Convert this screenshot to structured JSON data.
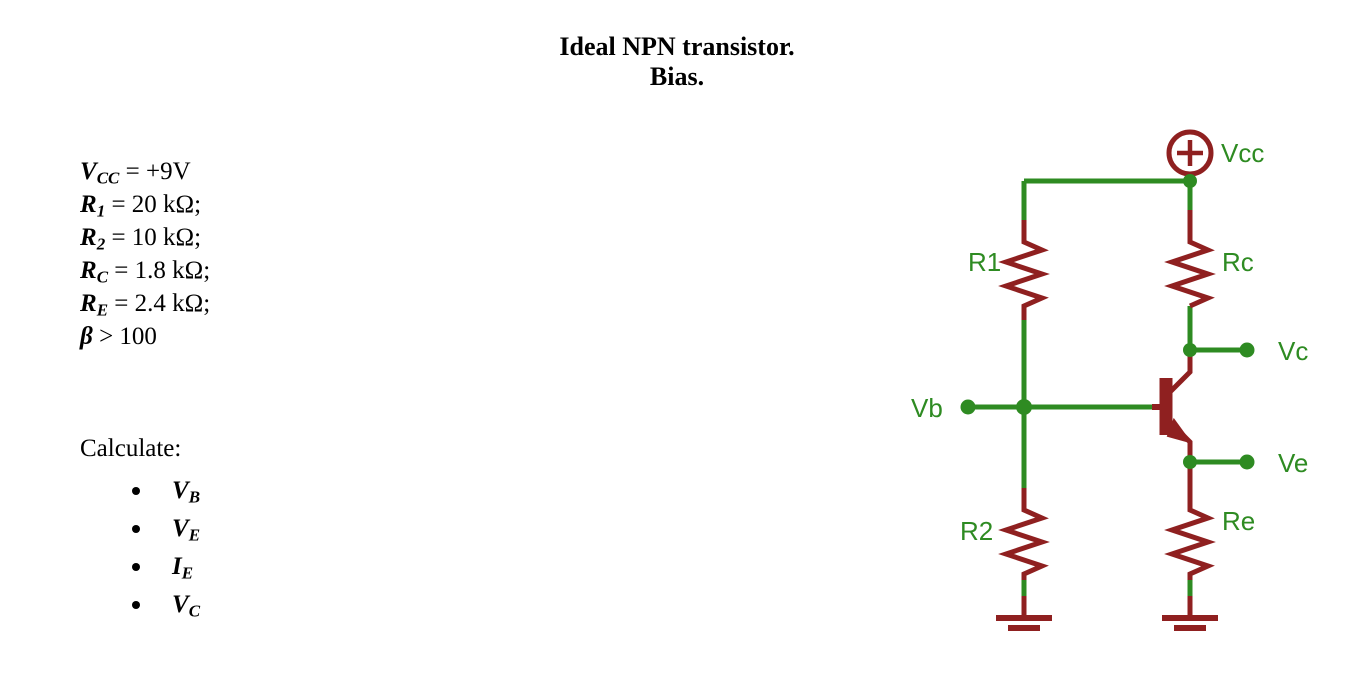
{
  "title": {
    "line1": "Ideal NPN transistor.",
    "line2": "Bias."
  },
  "given": [
    {
      "symbol": "V",
      "subscript": "CC",
      "value": "= +9V"
    },
    {
      "symbol": "R",
      "subscript": "1",
      "value": "= 20 kΩ;"
    },
    {
      "symbol": "R",
      "subscript": "2",
      "value": "= 10 kΩ;"
    },
    {
      "symbol": "R",
      "subscript": "C",
      "value": "= 1.8 kΩ;"
    },
    {
      "symbol": "R",
      "subscript": "E",
      "value": "= 2.4 kΩ;"
    },
    {
      "symbol": "β",
      "subscript": "",
      "value": "> 100"
    }
  ],
  "calculate": {
    "heading": "Calculate:",
    "items": [
      {
        "symbol": "V",
        "subscript": "B"
      },
      {
        "symbol": "V",
        "subscript": "E"
      },
      {
        "symbol": "I",
        "subscript": "E"
      },
      {
        "symbol": "V",
        "subscript": "C"
      }
    ]
  },
  "circuit": {
    "labels": {
      "vcc": "Vcc",
      "r1": "R1",
      "rc": "Rc",
      "vc": "Vc",
      "vb": "Vb",
      "ve": "Ve",
      "r2": "R2",
      "re": "Re"
    },
    "colors": {
      "wire": "#2e8b22",
      "component": "#8f2020",
      "label": "#2e8b22",
      "background": "#ffffff"
    }
  }
}
